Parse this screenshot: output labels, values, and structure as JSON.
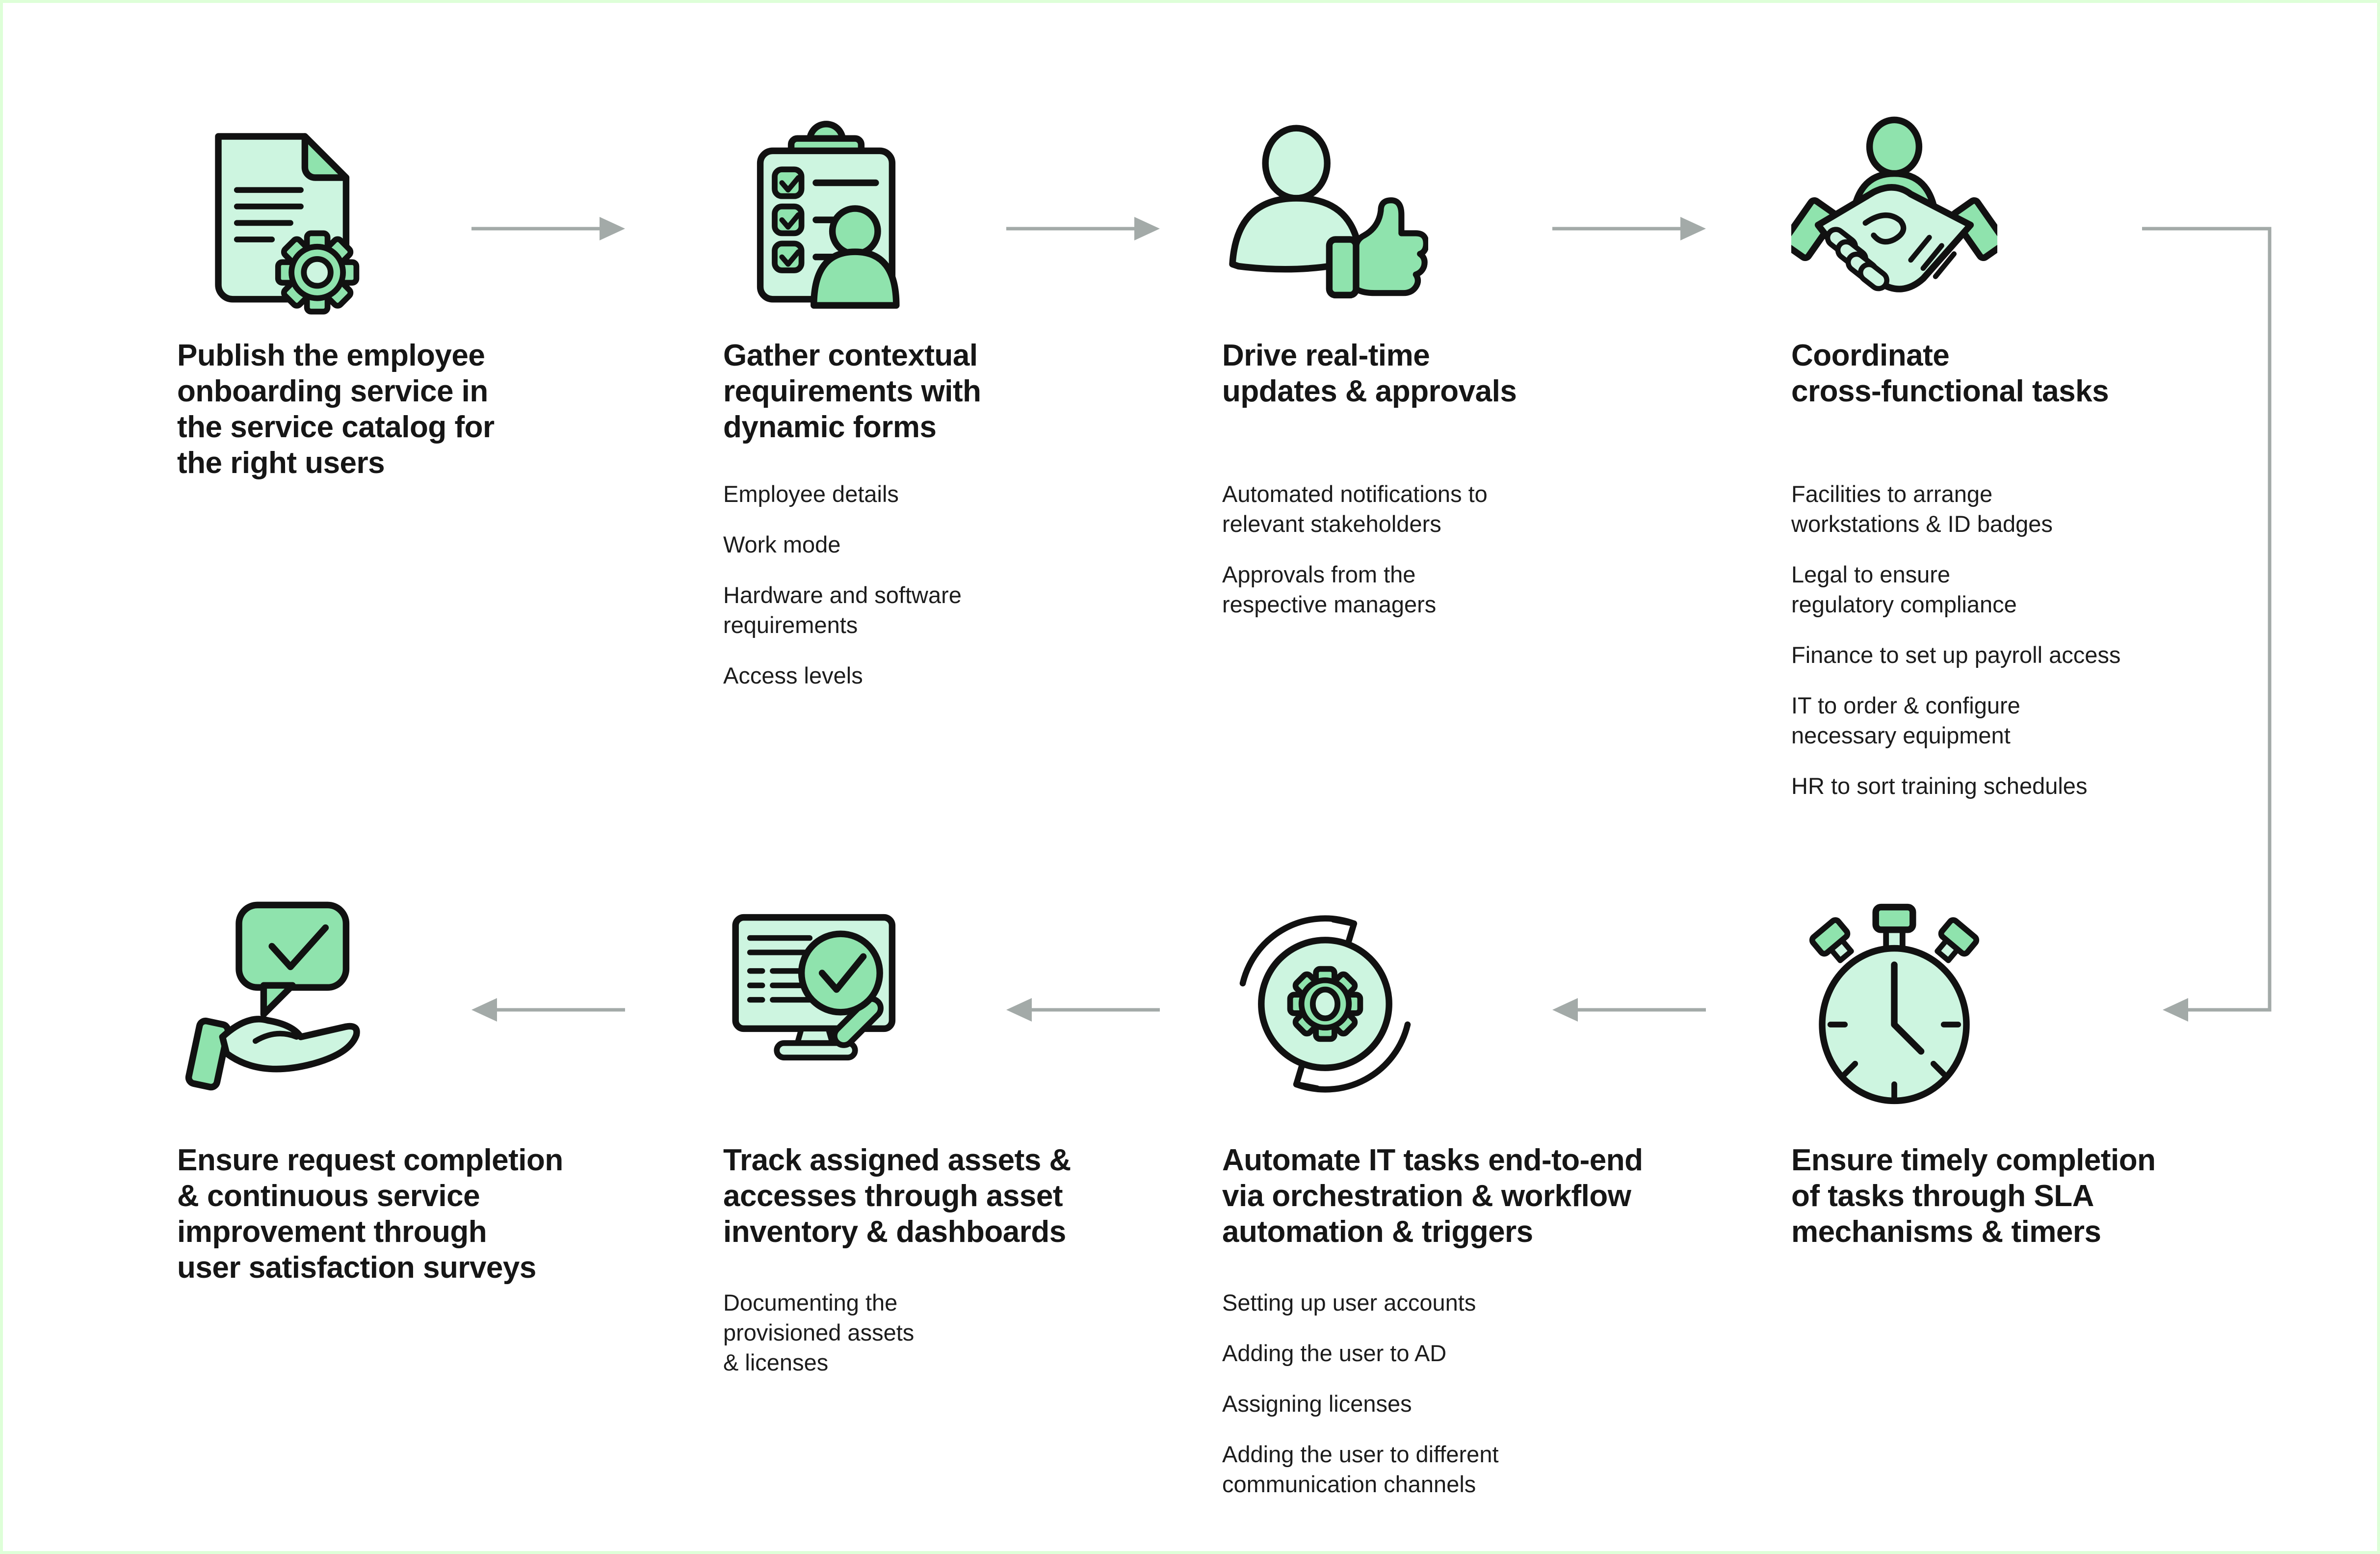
{
  "diagram": {
    "theme": "employee onboarding service workflow",
    "colors": {
      "background": "#ffffff",
      "border_green": "#deffd8",
      "icon_pale_green": "#cdf5e0",
      "icon_mid_green": "#8fe3ad",
      "icon_outline": "#111111",
      "arrow_gray": "#a3aaa8",
      "text": "#161616"
    }
  },
  "steps": [
    {
      "icon": "document-gear-icon",
      "title": "Publish the employee\nonboarding service in\nthe service catalog for\nthe right users",
      "items": []
    },
    {
      "icon": "checklist-person-icon",
      "title": "Gather contextual\nrequirements with\ndynamic forms",
      "items": [
        "Employee details",
        "Work mode",
        "Hardware and software\nrequirements",
        "Access levels"
      ]
    },
    {
      "icon": "approval-thumbs-up-icon",
      "title": "Drive real-time\nupdates & approvals",
      "items": [
        "Automated notifications to\nrelevant stakeholders",
        "Approvals from the\nrespective managers"
      ]
    },
    {
      "icon": "handshake-icon",
      "title": "Coordinate\ncross-functional tasks",
      "items": [
        "Facilities to arrange\nworkstations & ID badges",
        "Legal to ensure\nregulatory compliance",
        "Finance to set up payroll access",
        "IT to order & configure\nnecessary equipment",
        "HR to sort training schedules"
      ]
    },
    {
      "icon": "stopwatch-icon",
      "title": "Ensure timely completion\nof tasks through SLA\nmechanisms & timers",
      "items": []
    },
    {
      "icon": "automation-gear-cycle-icon",
      "title": "Automate IT tasks end-to-end\nvia orchestration & workflow\nautomation & triggers",
      "items": [
        "Setting up user accounts",
        "Adding the user to AD",
        "Assigning licenses",
        "Adding the user to different\ncommunication channels"
      ]
    },
    {
      "icon": "asset-inventory-magnifier-icon",
      "title": "Track assigned assets &\naccesses through asset\ninventory & dashboards",
      "items": [
        "Documenting the\nprovisioned assets\n& licenses"
      ]
    },
    {
      "icon": "feedback-hand-icon",
      "title": "Ensure request completion\n& continuous service\nimprovement through\nuser satisfaction surveys",
      "items": []
    }
  ]
}
